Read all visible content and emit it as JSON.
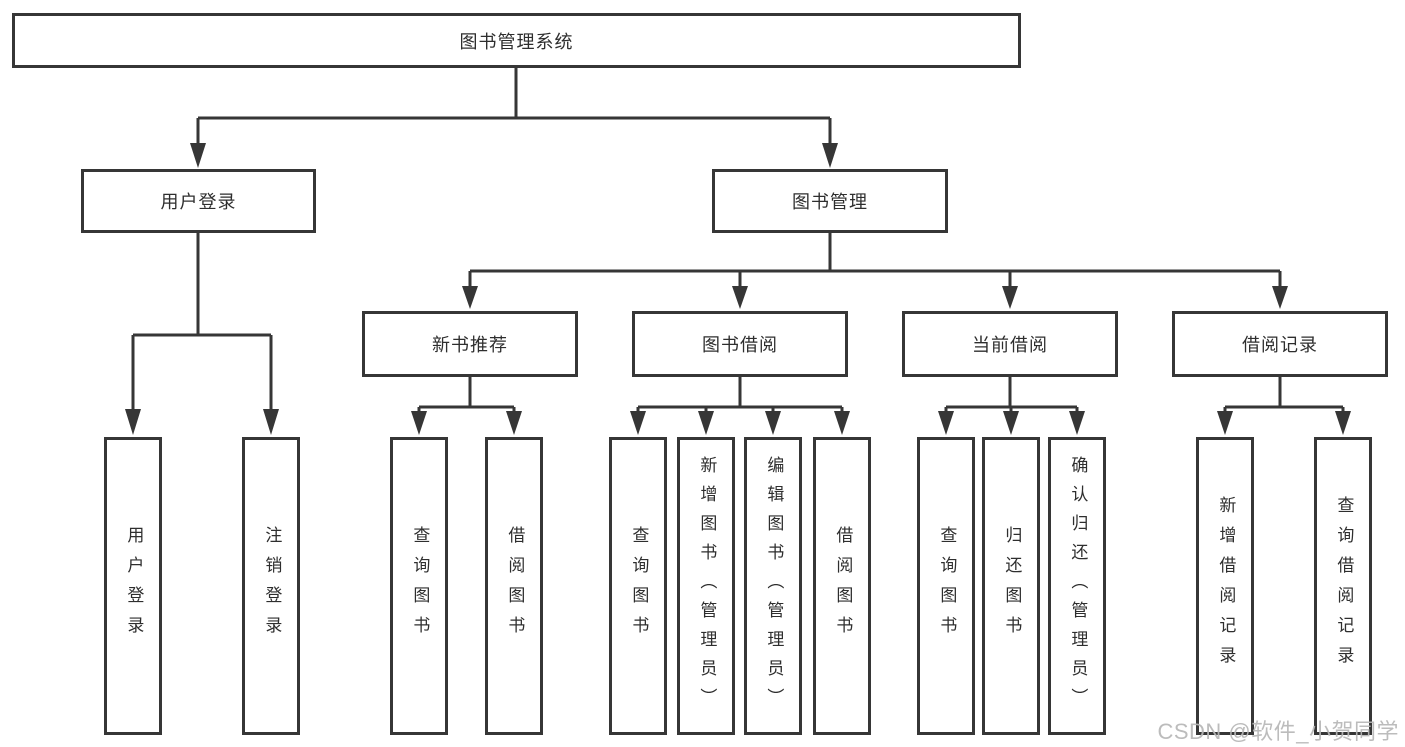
{
  "diagram_title": "图书管理系统",
  "colors": {
    "line": "#363636",
    "box_border": "#363636",
    "box_background": "#ffffff",
    "text": "#2e2e2e",
    "watermark": "#b7b7b7"
  },
  "watermark": {
    "text": "CSDN @软件_小贺同学"
  },
  "tree": {
    "label": "图书管理系统",
    "children": [
      {
        "label": "用户登录",
        "children": [
          {
            "label": "用户登录"
          },
          {
            "label": "注销登录"
          }
        ]
      },
      {
        "label": "图书管理",
        "children": [
          {
            "label": "新书推荐",
            "children": [
              {
                "label": "查询图书"
              },
              {
                "label": "借阅图书"
              }
            ]
          },
          {
            "label": "图书借阅",
            "children": [
              {
                "label": "查询图书"
              },
              {
                "label": "新增图书（管理员）"
              },
              {
                "label": "编辑图书（管理员）"
              },
              {
                "label": "借阅图书"
              }
            ]
          },
          {
            "label": "当前借阅",
            "children": [
              {
                "label": "查询图书"
              },
              {
                "label": "归还图书"
              },
              {
                "label": "确认归还（管理员）"
              }
            ]
          },
          {
            "label": "借阅记录",
            "children": [
              {
                "label": "新增借阅记录"
              },
              {
                "label": "查询借阅记录"
              }
            ]
          }
        ]
      }
    ]
  }
}
